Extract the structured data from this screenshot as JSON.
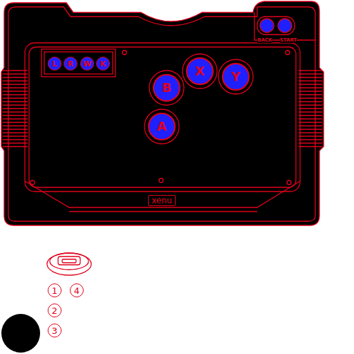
{
  "diagram": {
    "nodes": [
      {
        "text": [
          "L"
        ]
      },
      {
        "text": [
          "R"
        ]
      },
      {
        "text": [
          "W"
        ]
      },
      {
        "text": [
          "K"
        ]
      },
      {
        "text": [
          "X"
        ]
      },
      {
        "text": [
          "Y"
        ]
      },
      {
        "text": [
          "B"
        ]
      },
      {
        "text": [
          "A"
        ]
      },
      {
        "text": [
          "xenu"
        ]
      },
      {
        "text": [
          "1"
        ]
      },
      {
        "text": [
          "4"
        ]
      },
      {
        "text": [
          "2"
        ]
      },
      {
        "text": [
          "3"
        ]
      }
    ],
    "labels": [
      "BACK",
      "START"
    ]
  }
}
